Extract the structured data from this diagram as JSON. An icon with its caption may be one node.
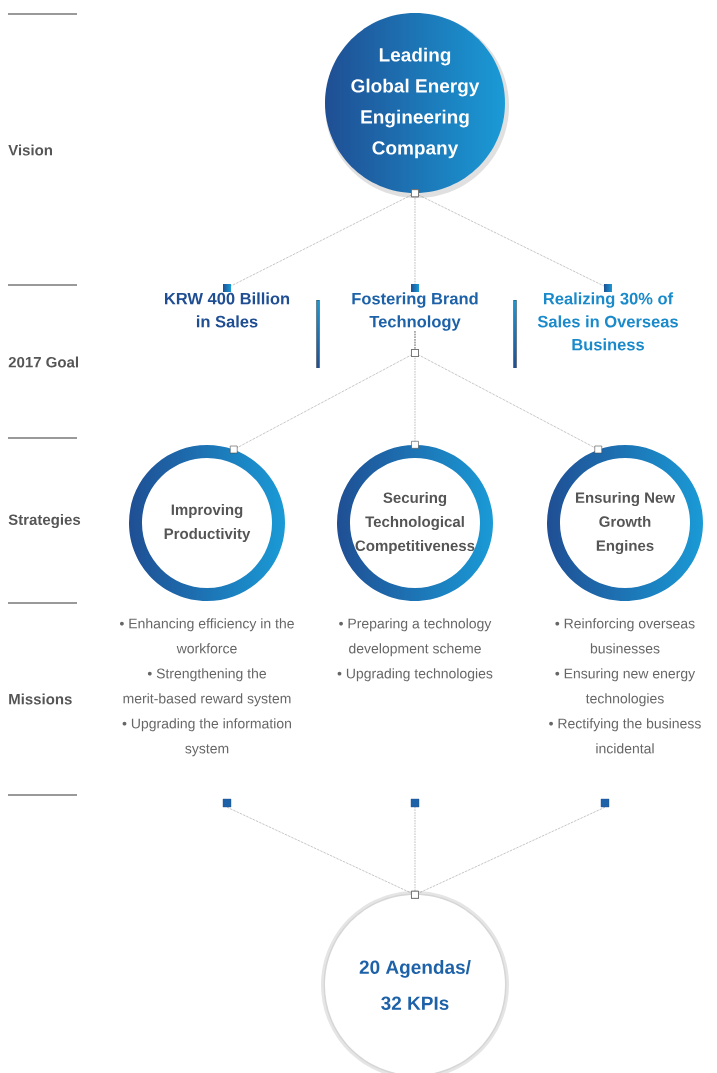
{
  "diagram": {
    "nodes": [
      {
        "text": [
          "Leading Global Energy Engineering Company"
        ]
      },
      {
        "text": [
          "KRW 400 Billion in Sales"
        ]
      },
      {
        "text": [
          "Fostering Brand Technology"
        ]
      },
      {
        "text": [
          "Realizing 30% of Sales in Overseas Business"
        ]
      },
      {
        "text": [
          "Improving Productivity"
        ]
      },
      {
        "text": [
          "Securing Technological Competitiveness"
        ]
      },
      {
        "text": [
          "Ensuring New Growth Engines"
        ]
      },
      {
        "text": [
          "• Enhancing efficiency in the workforce",
          "• Strengthening the merit-based reward system",
          "• Upgrading the information system"
        ]
      },
      {
        "text": [
          "• Preparing a technology development scheme",
          "• Upgrading technologies"
        ]
      },
      {
        "text": [
          "• Reinforcing overseas businesses",
          "• Ensuring new energy technologies",
          "• Rectifying the business incidental"
        ]
      },
      {
        "text": [],
        "shape": "box"
      },
      {
        "text": [],
        "shape": "box"
      },
      {
        "text": [],
        "shape": "box"
      },
      {
        "text": [
          "20 Agendas/ 32 KPIs"
        ]
      }
    ],
    "edges": [
      {
        "from": 0,
        "to": 1,
        "arrow": "other"
      },
      {
        "from": 0,
        "to": 2,
        "arrow": "other"
      },
      {
        "from": 0,
        "to": 3,
        "arrow": "other"
      },
      {
        "from": 2,
        "to": 4,
        "arrow": "other"
      },
      {
        "from": 2,
        "to": 5,
        "arrow": "other"
      },
      {
        "from": 2,
        "to": 6,
        "arrow": "other"
      },
      {
        "from": 10,
        "to": 13,
        "arrow": "other"
      },
      {
        "from": 11,
        "to": 13,
        "arrow": "other"
      },
      {
        "from": 12,
        "to": 13,
        "arrow": "other"
      }
    ],
    "labels": [
      "Vision",
      "2017 Goal",
      "Strategies",
      "Missions"
    ]
  }
}
